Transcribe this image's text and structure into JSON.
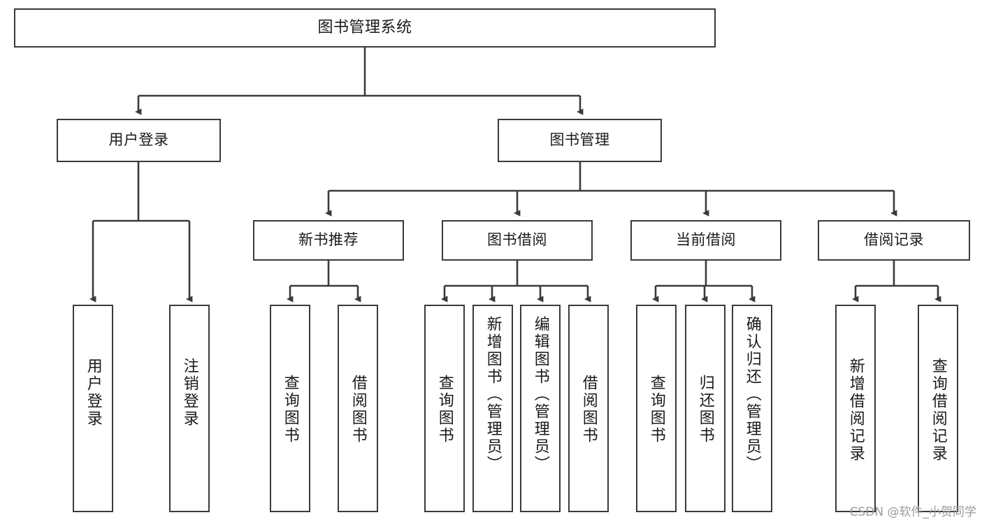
{
  "diagram": {
    "title": "图书管理系统",
    "type": "tree",
    "watermark": "CSDN @软件_小贺同学",
    "colors": {
      "box_border": "#3a3a3a",
      "box_fill": "#ffffff",
      "edge": "#3a3a3a",
      "text": "#1a1a1a",
      "watermark": "#9b9b9b"
    },
    "nodes": {
      "root": {
        "label": "图书管理系统"
      },
      "level2": [
        {
          "label": "用户登录"
        },
        {
          "label": "图书管理"
        }
      ],
      "level3": [
        {
          "label": "新书推荐"
        },
        {
          "label": "图书借阅"
        },
        {
          "label": "当前借阅"
        },
        {
          "label": "借阅记录"
        }
      ],
      "leaves": {
        "user_login": [
          {
            "label": "用户登录"
          },
          {
            "label": "注销登录"
          }
        ],
        "new_book_recommend": [
          {
            "label": "查询图书"
          },
          {
            "label": "借阅图书"
          }
        ],
        "book_borrow": [
          {
            "label": "查询图书"
          },
          {
            "label": "新增图书（管理员）"
          },
          {
            "label": "编辑图书（管理员）"
          },
          {
            "label": "借阅图书"
          }
        ],
        "current_borrow": [
          {
            "label": "查询图书"
          },
          {
            "label": "归还图书"
          },
          {
            "label": "确认归还（管理员）"
          }
        ],
        "borrow_record": [
          {
            "label": "新增借阅记录"
          },
          {
            "label": "查询借阅记录"
          }
        ]
      }
    }
  }
}
